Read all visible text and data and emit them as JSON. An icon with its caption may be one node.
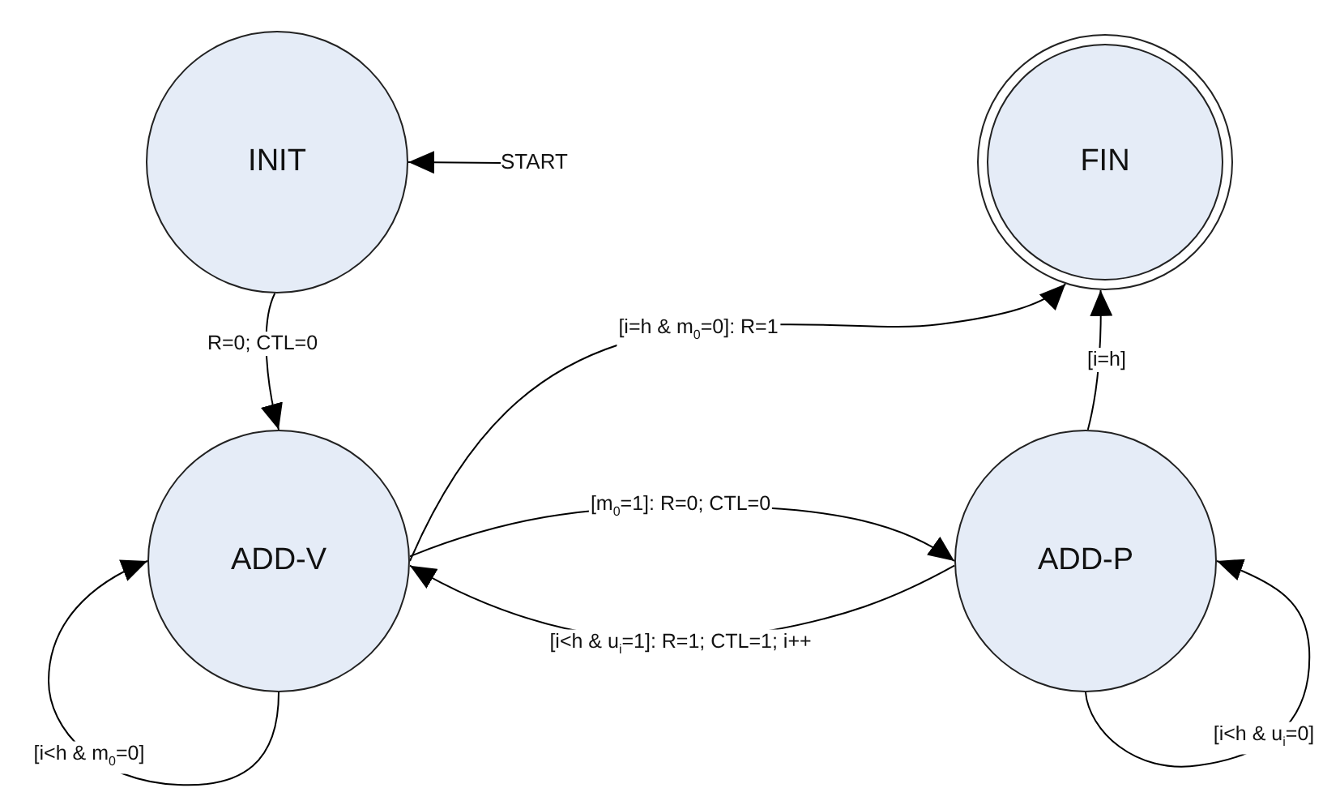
{
  "diagram": {
    "nodes": [
      {
        "text": [
          "INIT"
        ]
      },
      {
        "text": [
          "START"
        ]
      },
      {
        "text": [
          "FIN"
        ]
      },
      {
        "text": [
          "ADD-V"
        ]
      },
      {
        "text": [
          "ADD-P"
        ]
      }
    ],
    "edges": [
      {
        "from": 1,
        "to": 0,
        "arrow": "to"
      },
      {
        "from": 0,
        "to": 3,
        "arrow": "to",
        "label": "R=0; CTL=0"
      },
      {
        "from": 3,
        "to": 2,
        "arrow": "to",
        "label": "[i=h & m$_{0}$=0]: R=1"
      },
      {
        "from": 3,
        "to": 4,
        "arrow": "to",
        "label": "[m$_{0}$=1]: R=0; CTL=0"
      },
      {
        "from": 4,
        "to": 3,
        "arrow": "to",
        "label": "[i<h & u$_{i}$=1]: R=1; CTL=1; i++"
      },
      {
        "from": 3,
        "to": 3,
        "arrow": "to",
        "label": "[i<h & m$_{0}$=0]"
      },
      {
        "from": 4,
        "to": 4,
        "arrow": "to",
        "label": "[i<h & u$_{i}$=0]"
      },
      {
        "from": 4,
        "to": 2,
        "arrow": "to",
        "label": "[i=h]"
      }
    ]
  }
}
